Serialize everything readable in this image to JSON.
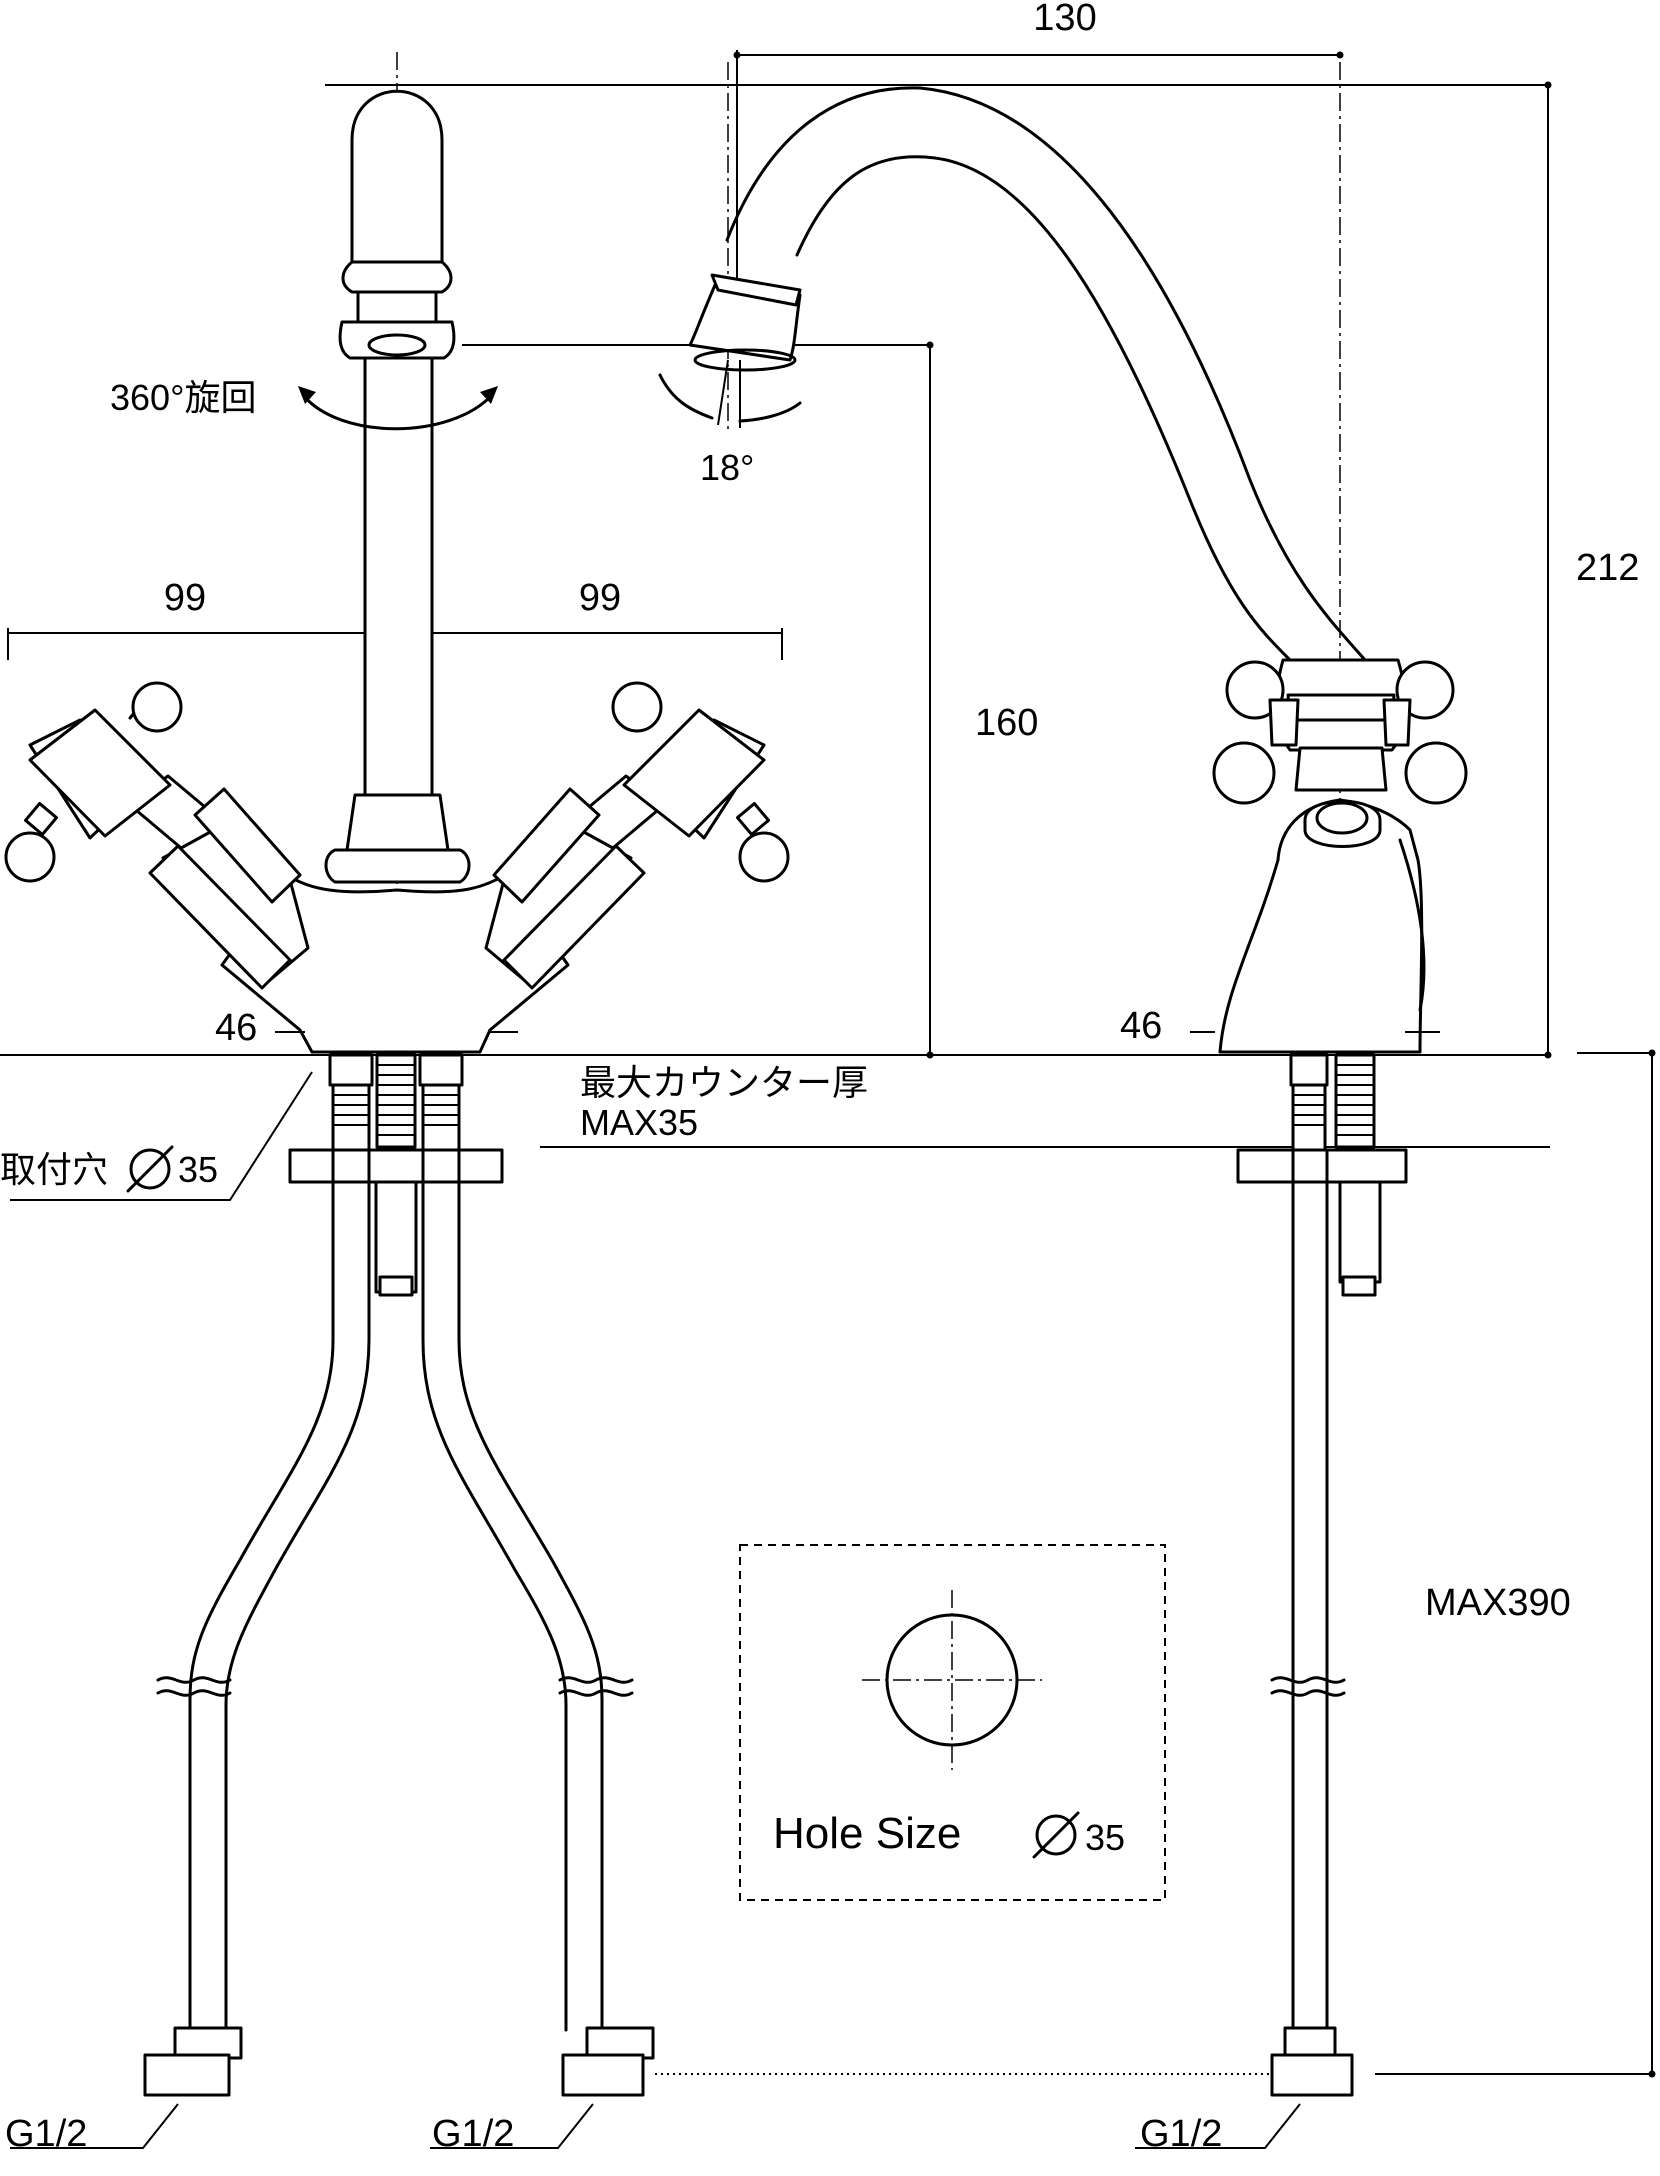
{
  "dimensions": {
    "spout_reach": "130",
    "total_height": "212",
    "spout_height": "160",
    "handle_span_left": "99",
    "handle_span_right": "99",
    "base_width_front": "46",
    "base_width_side": "46",
    "hose_length": "MAX390"
  },
  "labels": {
    "rotation": "360°旋回",
    "spout_tilt": "18°",
    "counter_thickness": "最大カウンター厚",
    "counter_max": "MAX35",
    "mounting_hole_prefix": "取付穴",
    "mounting_hole_size": "35",
    "hole_size_title": "Hole Size",
    "hole_size_value": "35",
    "thread_left": "G1/2",
    "thread_middle": "G1/2",
    "thread_right": "G1/2"
  },
  "icons": [
    "diameter-symbol",
    "break-mark",
    "rotation-arrow"
  ]
}
